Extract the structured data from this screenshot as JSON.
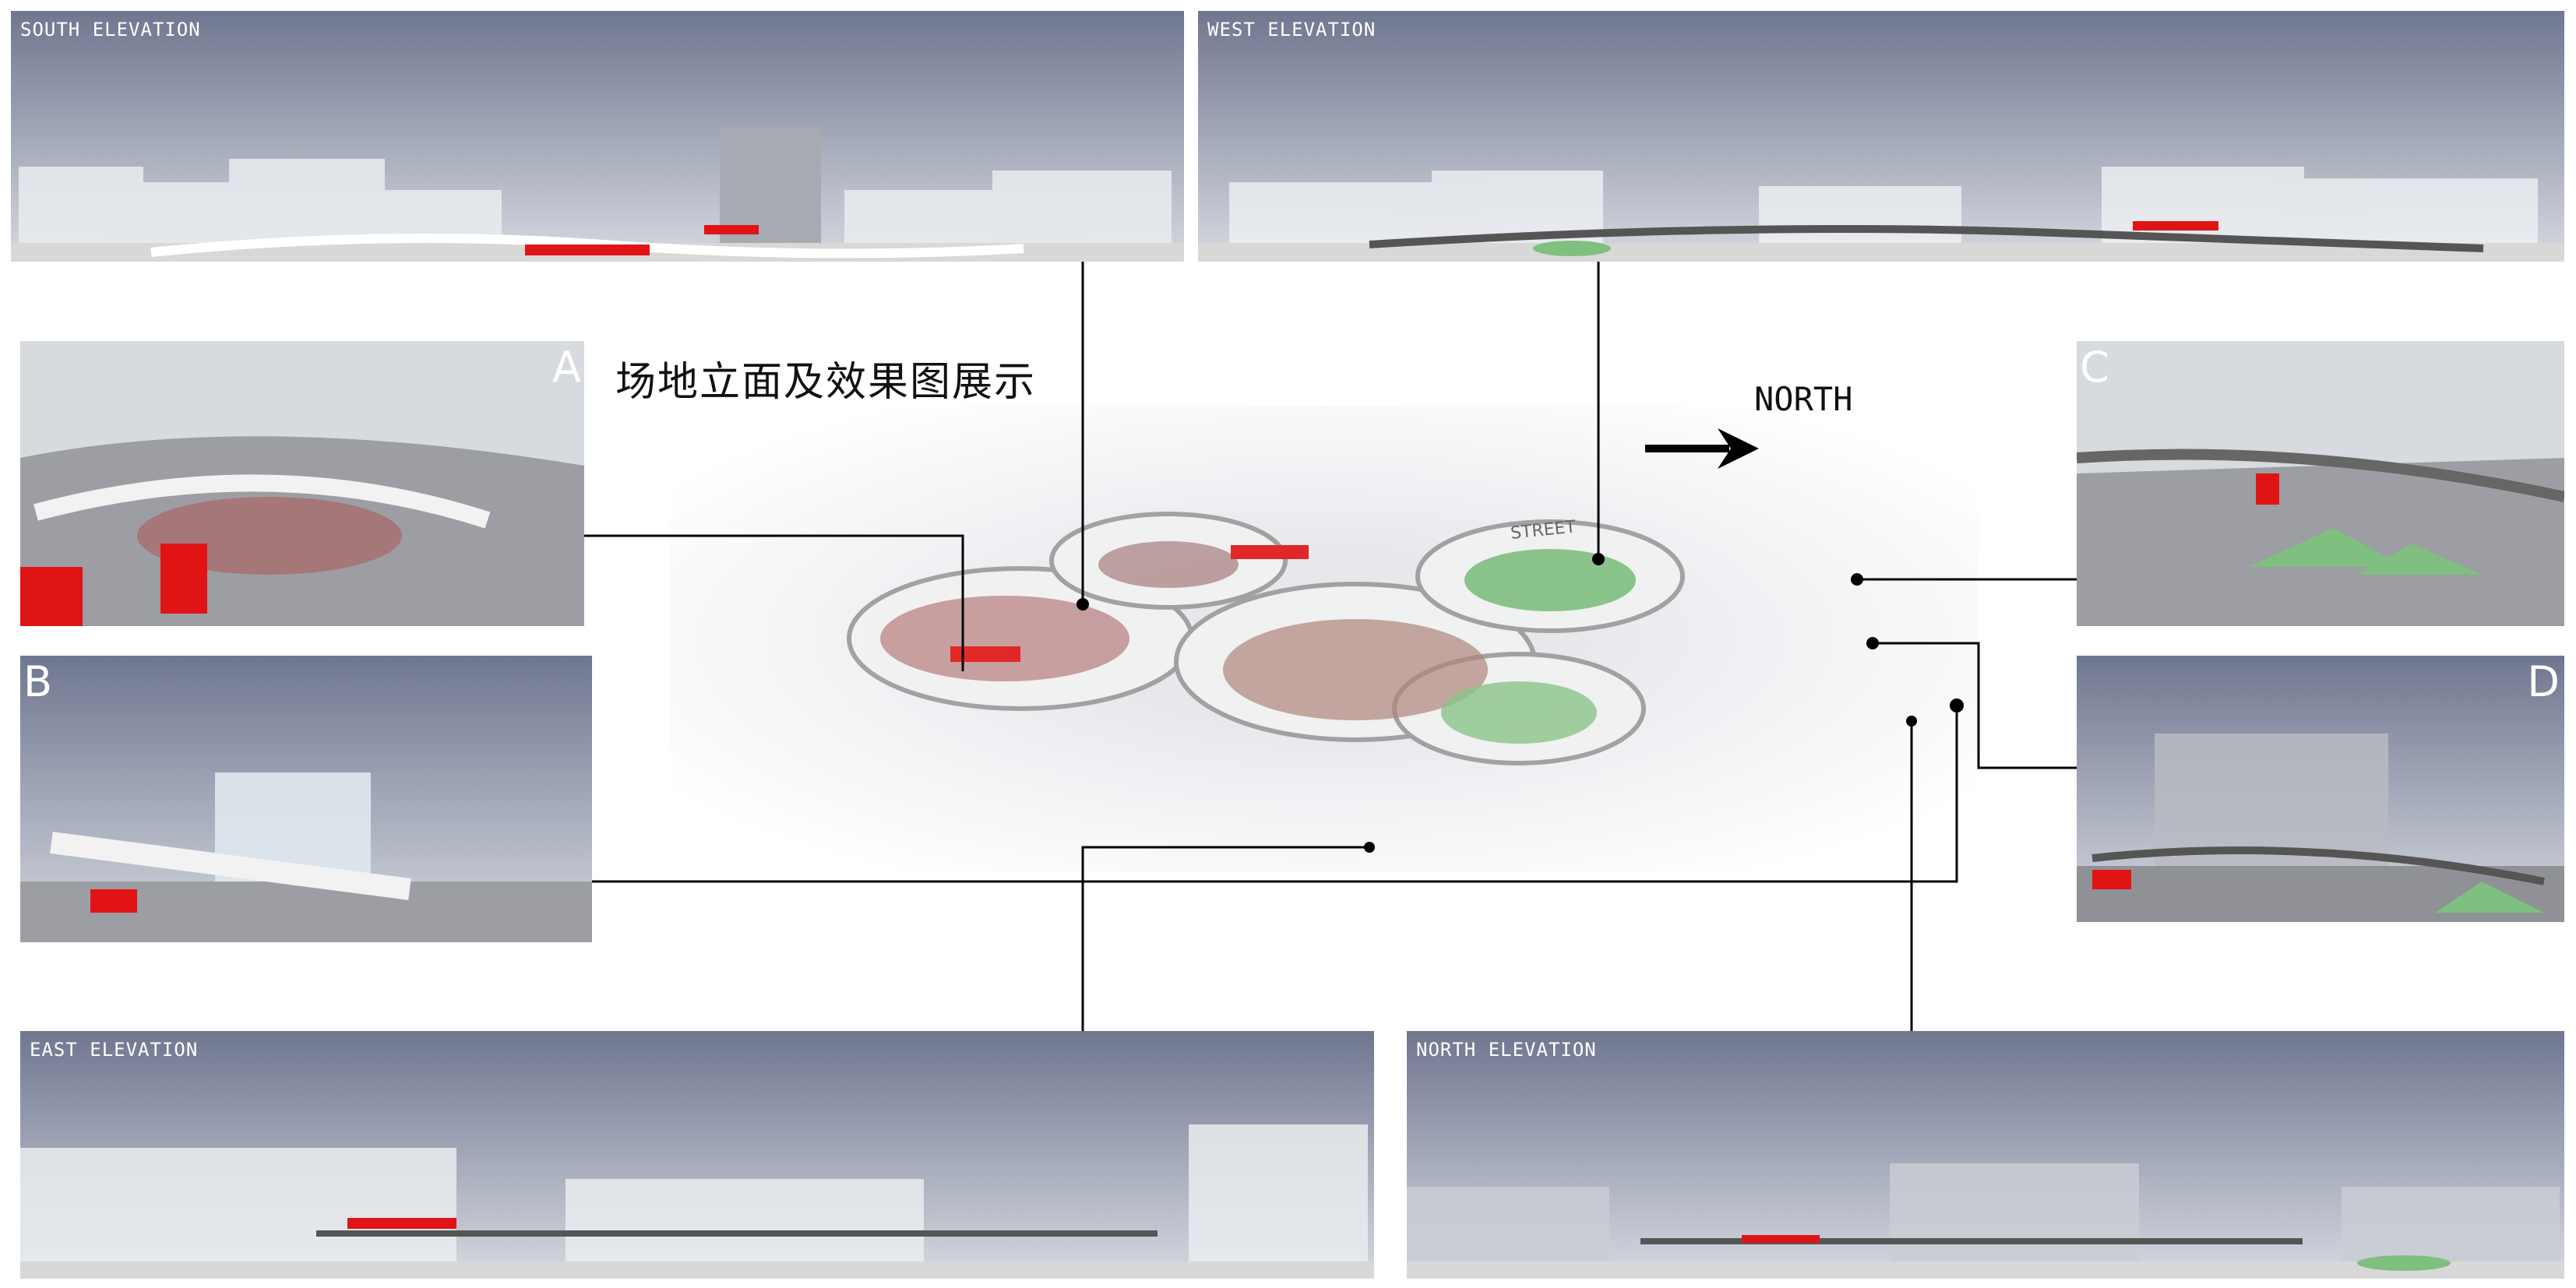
{
  "title": "场地立面及效果图展示",
  "north": {
    "label": "NORTH",
    "icon": "arrow-right-icon"
  },
  "elevations": {
    "south": "SOUTH ELEVATION",
    "west": "WEST ELEVATION",
    "east": "EAST ELEVATION",
    "north": "NORTH ELEVATION"
  },
  "views": {
    "a": "A",
    "b": "B",
    "c": "C",
    "d": "D"
  },
  "aerial": {
    "street_label": "STREET"
  },
  "colors": {
    "sky_top": "#737b92",
    "sky_bottom": "#cfd3dc",
    "accent_red": "#e01414",
    "grass": "#7fbf7f",
    "deck": "#f2f2f2"
  }
}
